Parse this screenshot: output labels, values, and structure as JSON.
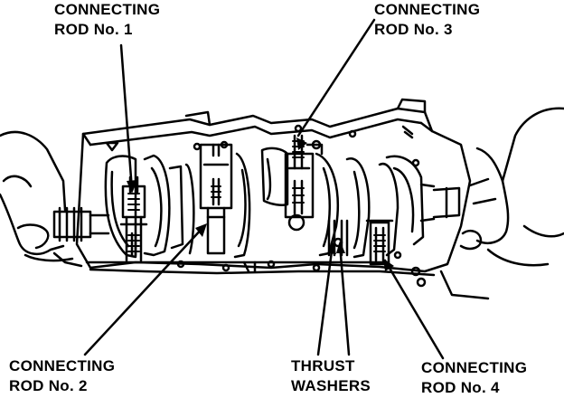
{
  "labels": {
    "rod1": {
      "line1": "CONNECTING",
      "line2": "ROD No. 1"
    },
    "rod2": {
      "line1": "CONNECTING",
      "line2": "ROD No. 2"
    },
    "rod3": {
      "line1": "CONNECTING",
      "line2": "ROD No. 3"
    },
    "rod4": {
      "line1": "CONNECTING",
      "line2": "ROD No. 4"
    },
    "thrust": {
      "line1": "THRUST",
      "line2": "WASHERS"
    }
  },
  "colors": {
    "ink": "#000000",
    "paper": "#ffffff"
  }
}
